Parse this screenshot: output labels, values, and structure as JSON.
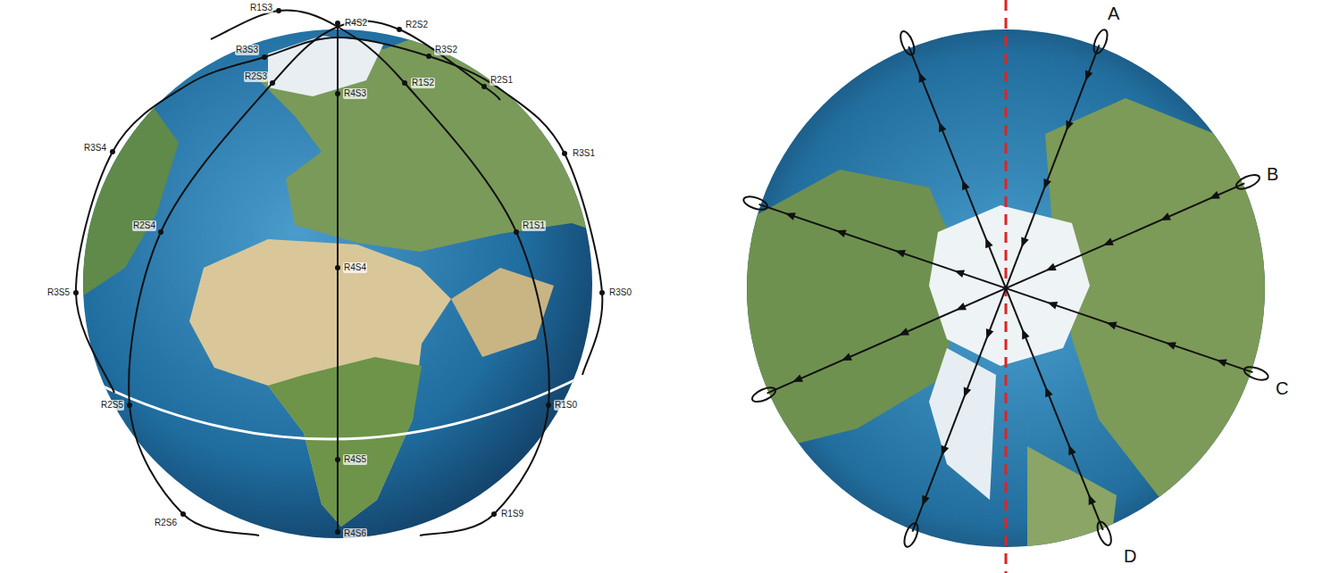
{
  "diagram": {
    "labels": [
      "R4S2",
      "R1S3",
      "R2S2",
      "R3S3",
      "R3S2",
      "R2S3",
      "R1S2",
      "R2S1",
      "R4S3",
      "R3S4",
      "R3S1",
      "R1S1",
      "R2S4",
      "R4S4",
      "R3S5",
      "R3S0",
      "R2S5",
      "R1S0",
      "R4S5",
      "R2S6",
      "R1S9",
      "R4S6",
      "A",
      "B",
      "C",
      "D"
    ]
  }
}
